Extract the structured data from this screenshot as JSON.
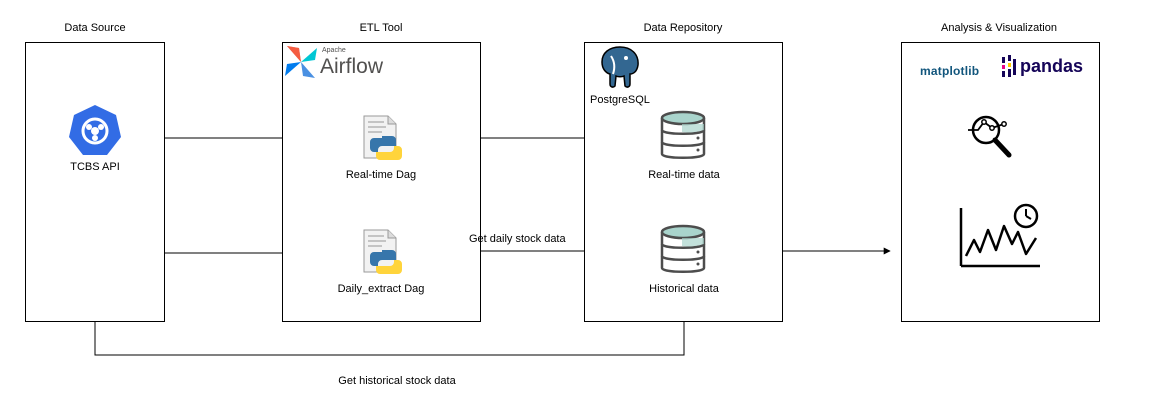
{
  "columns": {
    "data_source": "Data Source",
    "etl_tool": "ETL Tool",
    "data_repository": "Data Repository",
    "analysis": "Analysis & Visualization"
  },
  "source": {
    "api_label": "TCBS API"
  },
  "etl": {
    "airflow_apache": "Apache",
    "airflow_name": "Airflow",
    "realtime_dag": "Real-time Dag",
    "daily_dag": "Daily_extract Dag"
  },
  "repository": {
    "postgres_label": "PostgreSQL",
    "realtime_data": "Real-time data",
    "historical_data": "Historical data"
  },
  "analysis": {
    "matplotlib": "matplotlib",
    "pandas": "pandas"
  },
  "edges": {
    "daily_stock": "Get daily stock data",
    "historical_stock": "Get historical stock data"
  },
  "colors": {
    "kubernetes_blue": "#326ce5",
    "python_blue": "#3776ab",
    "python_yellow": "#ffd43b",
    "db_teal": "#a9d4cc",
    "postgres_blue": "#336791",
    "pandas_navy": "#150458",
    "pandas_pink": "#e70488",
    "pandas_yellow": "#ffca00",
    "matplotlib_blue": "#11557c"
  }
}
